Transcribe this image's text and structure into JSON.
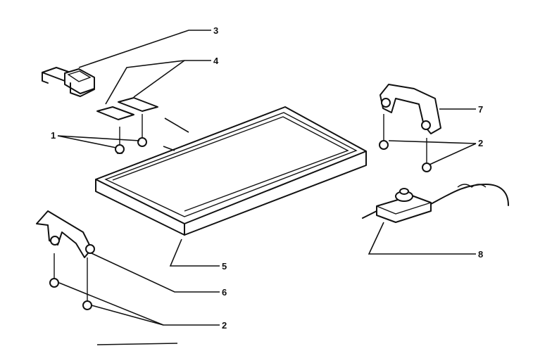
{
  "callouts": {
    "c1": "1",
    "c2_right": "2",
    "c2_bottom": "2",
    "c3": "3",
    "c4": "4",
    "c5": "5",
    "c6": "6",
    "c7": "7",
    "c8": "8"
  }
}
